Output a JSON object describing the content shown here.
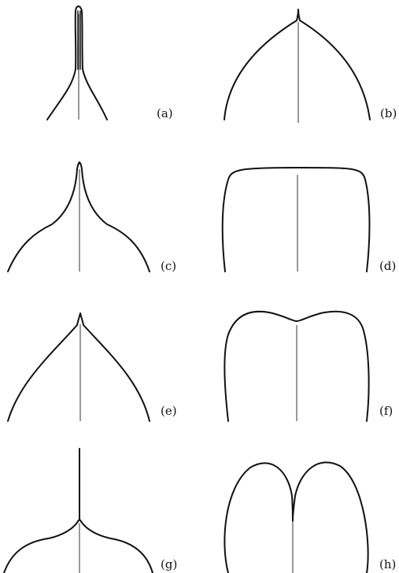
{
  "figure": {
    "panels": [
      {
        "id": "a",
        "label": "(a)"
      },
      {
        "id": "b",
        "label": "(b)"
      },
      {
        "id": "c",
        "label": "(c)"
      },
      {
        "id": "d",
        "label": "(d)"
      },
      {
        "id": "e",
        "label": "(e)"
      },
      {
        "id": "f",
        "label": "(f)"
      },
      {
        "id": "g",
        "label": "(g)"
      },
      {
        "id": "h",
        "label": "(h)"
      }
    ]
  }
}
